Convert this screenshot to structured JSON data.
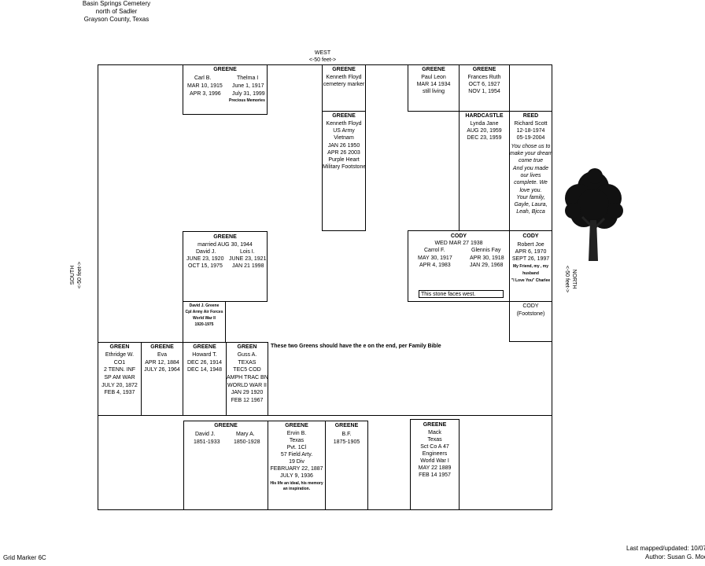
{
  "title": {
    "line1": "Basin Springs Cemetery",
    "line2": "north of Sadler",
    "line3": "Grayson County, Texas"
  },
  "directions": {
    "west": "WEST",
    "west_dist": "<-50 feet->",
    "south": "SOUTH",
    "south_dist": "<-50 feet->",
    "north": "NORTH",
    "north_dist": "<-50 feet->"
  },
  "graves": {
    "g1": {
      "surname": "GREENE",
      "n1": "Carl B.",
      "n2": "Thelma I",
      "b1": "MAR 10, 1915",
      "b2": "June 1, 1917",
      "d1": "APR 3, 1996",
      "d2": "July 31, 1999",
      "epitaph": "Precious Memories"
    },
    "g2": {
      "surname": "GREENE",
      "l1": "Kenneth Floyd",
      "l2": "cemetery marker"
    },
    "g3": {
      "surname": "GREENE",
      "l1": "Paul Leon",
      "l2": "MAR 14 1934",
      "l3": "still living"
    },
    "g4": {
      "surname": "GREENE",
      "l1": "Frances Ruth",
      "l2": "OCT 6, 1927",
      "l3": "NOV 1, 1954"
    },
    "g5": {
      "surname": "GREENE",
      "lines": [
        "Kenneth Floyd",
        "US Army",
        "Vietnam",
        "JAN 26 1950",
        "APR 26 2003",
        "Purple Heart",
        "Military Footstone"
      ]
    },
    "g6": {
      "surname": "HARDCASTLE",
      "l1": "Lynda Jane",
      "l2": "AUG 20, 1959",
      "l3": "DEC 23, 1959"
    },
    "g7": {
      "surname": "REED",
      "lines": [
        "Richard Scott",
        "12-18-1974",
        "05-19-2004"
      ],
      "epitaph": [
        "You chose us to",
        "make your dream",
        "come true",
        "And you made",
        "our lives",
        "complete.  We",
        "love you.",
        "Your family,",
        "Gayle, Laura,",
        "Leah, Bjcca"
      ]
    },
    "g8": {
      "surname": "GREENE",
      "married": "married AUG 30, 1944",
      "n1": "David J.",
      "n2": "Lois I.",
      "b1": "JUNE 23, 1920",
      "b2": "JUNE 23, 1921",
      "d1": "OCT 15, 1975",
      "d2": "JAN 21 1998"
    },
    "g9": {
      "l1": "David J. Greene",
      "l2": "Cpl Army Air Forces",
      "l3": "World War II",
      "l4": "1920-1975"
    },
    "g10": {
      "surname": "CODY",
      "married": "WED MAR 27 1938",
      "n1": "Carrol F.",
      "n2": "Glennis Fay",
      "b1": "MAY 30, 1917",
      "b2": "APR 30, 1918",
      "d1": "APR 4, 1983",
      "d2": "JAN 29, 1968",
      "note": "This stone faces west."
    },
    "g11": {
      "surname": "CODY",
      "lines": [
        "Robert Joe",
        "APR 6, 1970",
        "SEPT 26, 1997"
      ],
      "epitaph": [
        "My Friend, my , my",
        "husband",
        "\"I Love You\" Charlee"
      ]
    },
    "g12": {
      "l1": "CODY",
      "l2": "(Footstone)"
    },
    "g13": {
      "surname": "GREEN",
      "lines": [
        "Ethridge W.",
        "CO1",
        "2 TENN. INF",
        "SP AM WAR",
        "JULY 20, 1872",
        "FEB 4, 1937"
      ]
    },
    "g14": {
      "surname": "GREENE",
      "lines": [
        "Eva",
        "APR 12, 1884",
        "JULY 26, 1964"
      ]
    },
    "g15": {
      "surname": "GREENE",
      "lines": [
        "Howard T.",
        "DEC 26, 1914",
        "DEC 14, 1948"
      ]
    },
    "g16": {
      "surname": "GREEN",
      "lines": [
        "Guss A.",
        "TEXAS",
        "TEC5 COD",
        "AMPH TRAC BN",
        "WORLD WAR II",
        "JAN 29 1920",
        "FEB 12 1967"
      ]
    },
    "g17": {
      "surname": "GREENE",
      "n1": "David J.",
      "n2": "Mary A.",
      "d1": "1851-1933",
      "d2": "1850-1928"
    },
    "g18": {
      "surname": "GREENE",
      "lines": [
        "Ervin B.",
        "Texas",
        "Pvt. 1Cl",
        "57 Field Arty.",
        "19 Div",
        "FEBRUARY 22, 1887",
        "JULY 9, 1936"
      ],
      "epitaph": [
        "His life an ideal, his memory",
        "an inspiration."
      ]
    },
    "g19": {
      "surname": "GREENE",
      "l1": "B.F.",
      "l2": "1875-1905"
    },
    "g20": {
      "surname": "GREENE",
      "lines": [
        "Mack",
        "Texas",
        "Sct Co A 47",
        "Engineers",
        "World War I",
        "MAY 22 1889",
        "FEB 14 1957"
      ]
    }
  },
  "note_greens": "These two Greens should have the e on the end, per Family Bible",
  "footer": {
    "grid_marker": "Grid Marker 6C",
    "last_mapped": "Last mapped/updated: 10/07/",
    "author": "Author: Susan G. Moo"
  },
  "icons": {
    "tree": "tree-icon"
  }
}
